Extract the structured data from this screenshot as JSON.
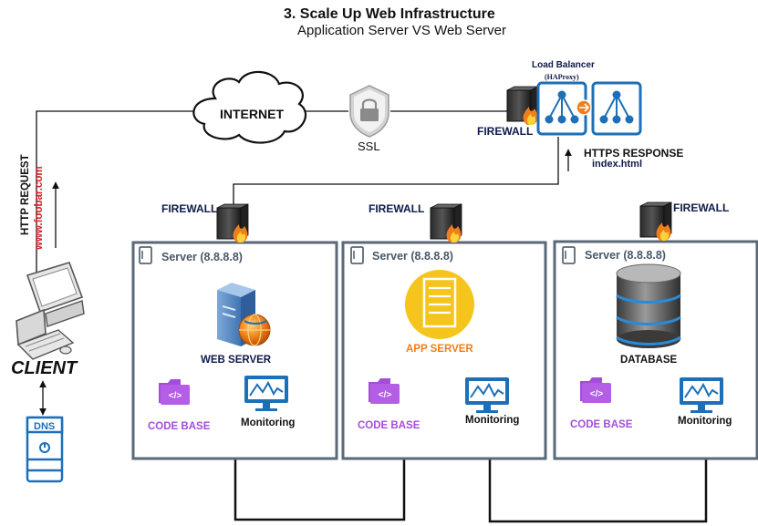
{
  "title": "3. Scale Up Web Infrastructure",
  "subtitle": "Application Server VS Web Server",
  "internet": "INTERNET",
  "ssl": "SSL",
  "load_balancer": {
    "label": "Load Balancer",
    "software": "(HAProxy)"
  },
  "firewall_label": "FIREWALL",
  "https_response": {
    "label": "HTTPS RESPONSE",
    "file": "index.html"
  },
  "http_request": {
    "label": "HTTP REQUEST",
    "url": "www.foobar.com"
  },
  "client": "CLIENT",
  "dns": "DNS",
  "servers": [
    {
      "title": "Server (8.8.8.8)",
      "role": "WEB SERVER",
      "code": "CODE BASE",
      "monitoring": "Monitoring"
    },
    {
      "title": "Server (8.8.8.8)",
      "role": "APP SERVER",
      "code": "CODE BASE",
      "monitoring": "Monitoring"
    },
    {
      "title": "Server (8.8.8.8)",
      "role": "DATABASE",
      "code": "CODE BASE",
      "monitoring": "Monitoring"
    }
  ],
  "colors": {
    "server_border": "#5a6878",
    "icon_blue": "#1d6fb8",
    "purple": "#a34ddb",
    "orange": "#f07e1b",
    "yellow": "#f5c51b",
    "red": "#e0202a",
    "navy": "#0e1a4a"
  },
  "icons": [
    "cloud-icon",
    "shield-lock-icon",
    "firewall-icon",
    "load-balancer-icon",
    "server-rack-icon",
    "globe-icon",
    "document-icon",
    "database-icon",
    "code-folder-icon",
    "monitor-chart-icon",
    "desktop-computer-icon",
    "dns-server-icon"
  ]
}
